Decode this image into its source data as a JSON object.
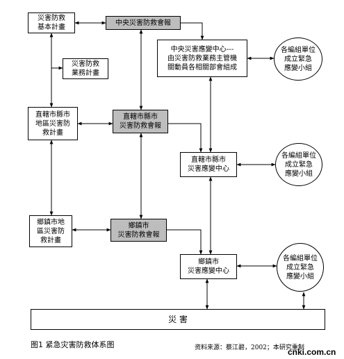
{
  "nodes": {
    "central_plan": "災害防救\n基本計畫",
    "central_council": "中央災害防救會報",
    "central_center": "中央災害應變中心---\n由災害防救業務主管機\n關動員各相關部會組成",
    "business_plan": "災害防救\n業務計畫",
    "ellipse_1": "各編組單位\n成立緊急\n應變小組",
    "city_plan": "直轄市縣市\n地區災害防\n救計畫",
    "city_council": "直轄市縣市\n災害防救會報",
    "city_center": "直轄市縣市\n災害應變中心",
    "ellipse_2": "各編組單位\n成立緊急\n應變小組",
    "town_plan": "鄉鎮市地\n區災害防\n救計畫",
    "town_council": "鄉鎮市\n災害防救會報",
    "town_center": "鄉鎮市\n災害應變中心",
    "ellipse_3": "各編組單位\n成立緊急\n應變小組",
    "disaster": "災        害"
  },
  "caption": "图1 紧急灾害防救体系图",
  "source": "资料来源：蔡江碧，2002；本研究重制",
  "watermark": "cnki.com.cn"
}
